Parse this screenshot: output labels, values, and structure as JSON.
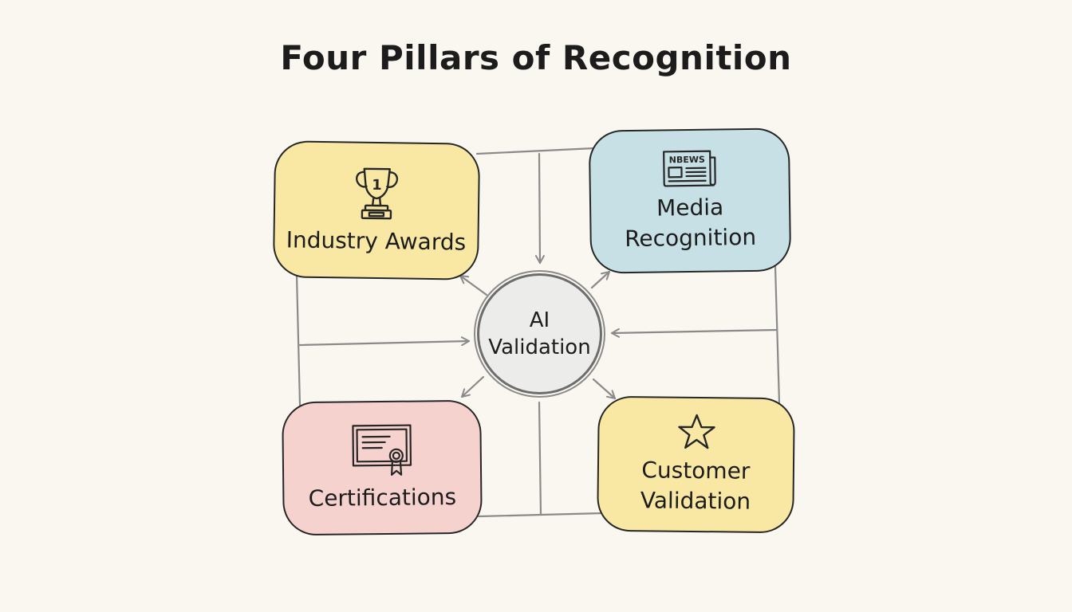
{
  "title": "Four Pillars of Recognition",
  "center": {
    "line1": "AI",
    "line2": "Validation"
  },
  "pillars": {
    "industry_awards": {
      "label": "Industry Awards",
      "icon": "trophy-icon",
      "icon_text": "1",
      "color": "#f9e8a4"
    },
    "media_recognition": {
      "line1": "Media",
      "line2": "Recognition",
      "icon": "newspaper-icon",
      "icon_text": "NBEWS",
      "color": "#c6e0e6"
    },
    "certifications": {
      "label": "Certifications",
      "icon": "certificate-icon",
      "color": "#f6d2cf"
    },
    "customer_validation": {
      "line1": "Customer",
      "line2": "Validation",
      "icon": "star-icon",
      "color": "#f9e8a4"
    }
  },
  "colors": {
    "background": "#f9f7f0",
    "connector": "#8a8a8a",
    "outline": "#262626",
    "hub_fill": "#ececea"
  }
}
